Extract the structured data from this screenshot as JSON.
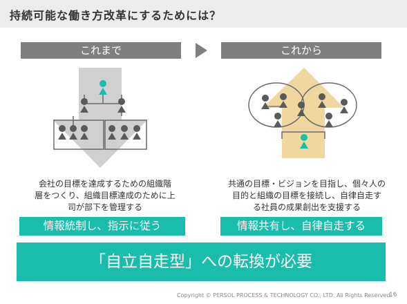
{
  "title": "持続可能な働き方改革にするためには？",
  "before": {
    "label": "これまで",
    "description_lines": [
      "会社の目標を達成するための組織階",
      "層をつくり、組織目標達成のために上",
      "司が部下を管理する"
    ],
    "tag": "情報統制し、指示に従う"
  },
  "after": {
    "label": "これから",
    "description_lines": [
      "共通の目標・ビジョンを目指し、個々人の",
      "目的と組織の目標を接続し、自律自走す",
      "る社員の成果創出を支援する"
    ],
    "tag": "情報共有し、自律自走する"
  },
  "banner": "「自立自走型」への転換が必要",
  "footer": "Copyright © PERSOL PROCESS & TECHNOLOGY CO., LTD. All Rights Reserved.",
  "page_number": "16",
  "colors": {
    "accent": "#1abcab",
    "label_gray": "#7f7f7f",
    "arrow_gray": "#d0d0d0",
    "arrow_gold": "#efd79f",
    "person_dark": "#5a5a5a"
  }
}
